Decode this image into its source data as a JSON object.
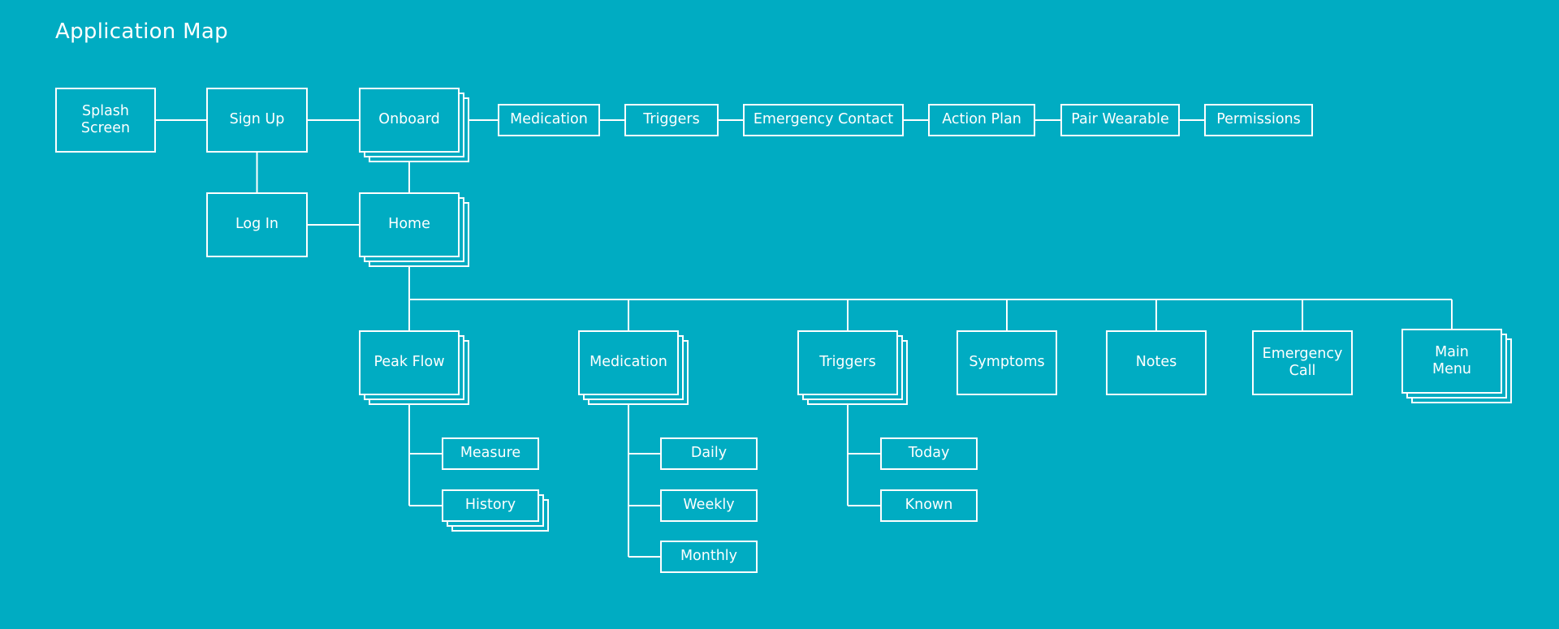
{
  "diagram": {
    "title": "Application Map",
    "colors": {
      "background": "#00acc2",
      "line": "#ffffff",
      "text": "#ffffff"
    },
    "nodes": [
      {
        "id": "splash",
        "label": "Splash\nScreen",
        "stacked": false
      },
      {
        "id": "signup",
        "label": "Sign Up",
        "stacked": false
      },
      {
        "id": "onboard",
        "label": "Onboard",
        "stacked": true
      },
      {
        "id": "ob-medication",
        "label": "Medication",
        "stacked": false
      },
      {
        "id": "ob-triggers",
        "label": "Triggers",
        "stacked": false
      },
      {
        "id": "ob-emergency-contact",
        "label": "Emergency Contact",
        "stacked": false
      },
      {
        "id": "ob-action-plan",
        "label": "Action Plan",
        "stacked": false
      },
      {
        "id": "ob-pair-wearable",
        "label": "Pair Wearable",
        "stacked": false
      },
      {
        "id": "ob-permissions",
        "label": "Permissions",
        "stacked": false
      },
      {
        "id": "login",
        "label": "Log In",
        "stacked": false
      },
      {
        "id": "home",
        "label": "Home",
        "stacked": true
      },
      {
        "id": "peak-flow",
        "label": "Peak Flow",
        "stacked": true
      },
      {
        "id": "medication",
        "label": "Medication",
        "stacked": true
      },
      {
        "id": "triggers",
        "label": "Triggers",
        "stacked": true
      },
      {
        "id": "symptoms",
        "label": "Symptoms",
        "stacked": false
      },
      {
        "id": "notes",
        "label": "Notes",
        "stacked": false
      },
      {
        "id": "emergency-call",
        "label": "Emergency\nCall",
        "stacked": false
      },
      {
        "id": "main-menu",
        "label": "Main\nMenu",
        "stacked": true
      },
      {
        "id": "pf-measure",
        "label": "Measure",
        "stacked": false
      },
      {
        "id": "pf-history",
        "label": "History",
        "stacked": true
      },
      {
        "id": "med-daily",
        "label": "Daily",
        "stacked": false
      },
      {
        "id": "med-weekly",
        "label": "Weekly",
        "stacked": false
      },
      {
        "id": "med-monthly",
        "label": "Monthly",
        "stacked": false
      },
      {
        "id": "tr-today",
        "label": "Today",
        "stacked": false
      },
      {
        "id": "tr-known",
        "label": "Known",
        "stacked": false
      }
    ],
    "edges": [
      [
        "splash",
        "signup"
      ],
      [
        "signup",
        "onboard"
      ],
      [
        "signup",
        "login"
      ],
      [
        "onboard",
        "ob-medication"
      ],
      [
        "ob-medication",
        "ob-triggers"
      ],
      [
        "ob-triggers",
        "ob-emergency-contact"
      ],
      [
        "ob-emergency-contact",
        "ob-action-plan"
      ],
      [
        "ob-action-plan",
        "ob-pair-wearable"
      ],
      [
        "ob-pair-wearable",
        "ob-permissions"
      ],
      [
        "onboard",
        "home"
      ],
      [
        "login",
        "home"
      ],
      [
        "home",
        "peak-flow"
      ],
      [
        "home",
        "medication"
      ],
      [
        "home",
        "triggers"
      ],
      [
        "home",
        "symptoms"
      ],
      [
        "home",
        "notes"
      ],
      [
        "home",
        "emergency-call"
      ],
      [
        "home",
        "main-menu"
      ],
      [
        "peak-flow",
        "pf-measure"
      ],
      [
        "peak-flow",
        "pf-history"
      ],
      [
        "medication",
        "med-daily"
      ],
      [
        "medication",
        "med-weekly"
      ],
      [
        "medication",
        "med-monthly"
      ],
      [
        "triggers",
        "tr-today"
      ],
      [
        "triggers",
        "tr-known"
      ]
    ]
  }
}
